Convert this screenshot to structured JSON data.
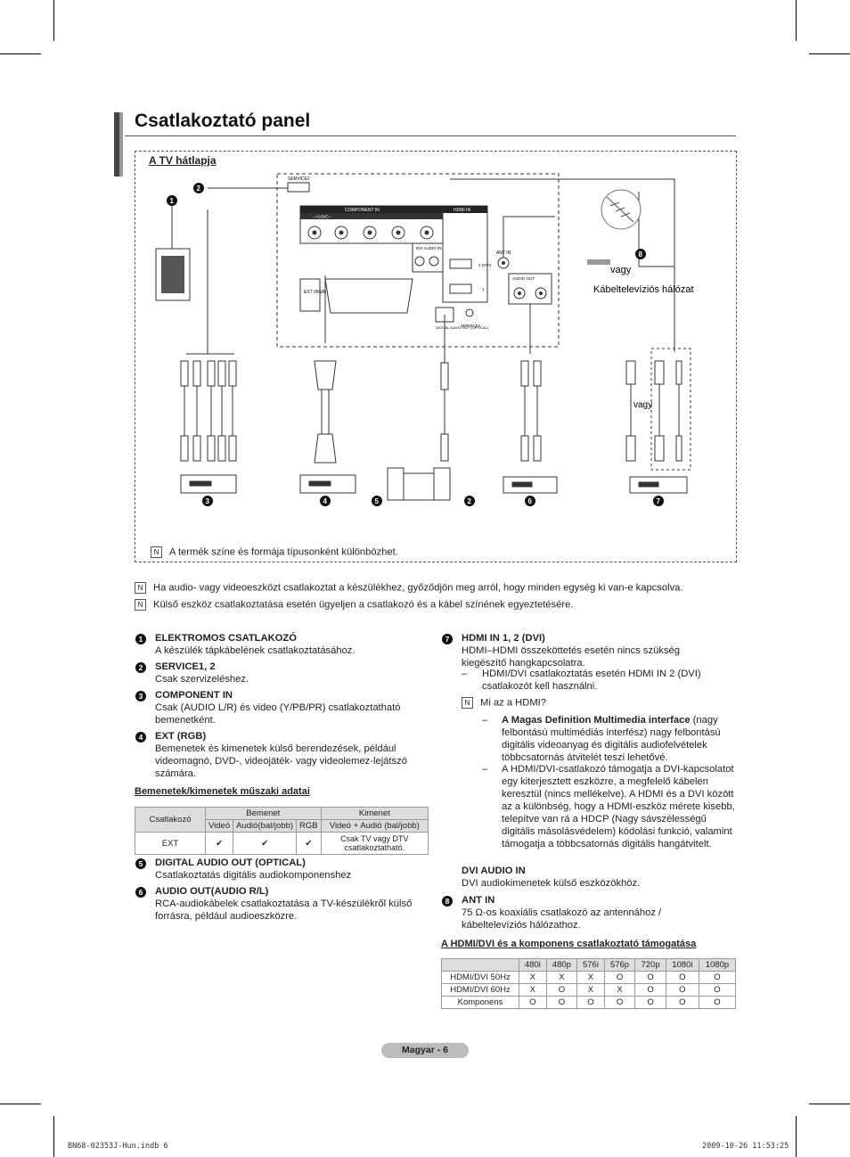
{
  "page_title": "Csatlakoztató panel",
  "diagram": {
    "subtitle": "A TV hátlapja",
    "panel_labels": {
      "service2": "SERVICE2",
      "component_in": "COMPONENT IN",
      "audio_lr": "– AUDIO –",
      "hdmi_in": "HDMI IN",
      "dvi_audio_in": "DVI AUDIO IN",
      "ant_in": "ANT IN",
      "audio_out": "AUDIO OUT",
      "ext_rgb": "EXT (RGB)",
      "digital_audio_out": "DIGITAL AUDIO OUT (OPTICAL)",
      "service1": "SERVICE1",
      "hdmi_1": "1",
      "hdmi_2": "2 (DVI)"
    },
    "vagy_1": "vagy",
    "cable_network": "Kábeltelevíziós hálózat",
    "vagy_2": "vagy",
    "note": "A termék színe és formája típusonként különbözhet."
  },
  "notes": [
    "Ha audio- vagy videoeszközt csatlakoztat a készülékhez, győződjön meg arról, hogy minden egység ki van-e kapcsolva.",
    "Külső eszköz csatlakoztatása esetén ügyeljen a csatlakozó és a kábel színének egyeztetésére."
  ],
  "left_col": {
    "s1_title": "ELEKTROMOS CSATLAKOZÓ",
    "s1_text": "A készülék tápkábelének csatlakoztatásához.",
    "s2_title": "SERVICE1, 2",
    "s2_text": "Csak szervizeléshez.",
    "s3_title": "COMPONENT IN",
    "s3_text": "Csak (AUDIO L/R) és video (Y/PB/PR) csatlakoztatható bemenetként.",
    "s4_title": "EXT (RGB)",
    "s4_text": "Bemenetek és kimenetek külső berendezések, például videomagnó, DVD-, videojáték- vagy videolemez-lejátszó számára.",
    "spec_title": "Bemenetek/kimenetek műszaki adatai",
    "spec_table": {
      "h_connector": "Csatlakozó",
      "h_input": "Bemenet",
      "h_output": "Kimenet",
      "h_video": "Videó",
      "h_audio": "Audió(bal/jobb)",
      "h_rgb": "RGB",
      "h_out_sub": "Videó + Audió (bal/jobb)",
      "row_label": "EXT",
      "c1": "✔",
      "c2": "✔",
      "c3": "✔",
      "c4": "Csak TV vagy DTV csatlakoztatható."
    },
    "s5_title": "DIGITAL AUDIO OUT (OPTICAL)",
    "s5_text": "Csatlakoztatás digitális audiokomponenshez",
    "s6_title": "AUDIO OUT(AUDIO R/L)",
    "s6_text": "RCA-audiokábelek csatlakoztatása a TV-készülékről külső forrásra, például audioeszközre."
  },
  "right_col": {
    "s7_title": "HDMI IN 1, 2 (DVI)",
    "s7_text": "HDMI–HDMI összeköttetés esetén nincs szükség kiegészítő hangkapcsolatra.",
    "s7_dash": "HDMI/DVI csatlakoztatás esetén HDMI IN 2 (DVI) csatlakozót kell használni.",
    "what_hdmi": "Mi az a HDMI?",
    "hdmi_bold": "A Magas Definition Multimedia interface",
    "hdmi_p1": "(nagy felbontású multimédiás interfész) nagy felbontású digitális videoanyag és digitális audiofelvételek többcsatornás átvitelét teszi lehetővé.",
    "hdmi_p2": "A HDMI/DVI-csatlakozó támogatja a DVI-kapcsolatot egy kiterjesztett eszközre, a megfelelő kábelen keresztül (nincs mellékelve). A HDMI és a DVI között az a különbség, hogy a HDMI-eszköz mérete kisebb, telepítve van rá a HDCP (Nagy sávszélességű digitális másolásvédelem) kódolási funkció, valamint támogatja a többcsatornás digitális hangátvitelt.",
    "dvi_title": "DVI AUDIO IN",
    "dvi_text": "DVI audiokimenetek külső eszközökhöz.",
    "s8_title": "ANT IN",
    "s8_text": "75 Ω-os koaxiális csatlakozó az antennához / kábeltelevíziós hálózathoz.",
    "support_title": "A HDMI/DVI és a komponens csatlakoztató támogatása",
    "support_table": {
      "headers": [
        "480i",
        "480p",
        "576i",
        "576p",
        "720p",
        "1080i",
        "1080p"
      ],
      "rows": [
        {
          "label": "HDMI/DVI 50Hz",
          "cells": [
            "X",
            "X",
            "X",
            "O",
            "O",
            "O",
            "O"
          ]
        },
        {
          "label": "HDMI/DVI 60Hz",
          "cells": [
            "X",
            "O",
            "X",
            "X",
            "O",
            "O",
            "O"
          ]
        },
        {
          "label": "Komponens",
          "cells": [
            "O",
            "O",
            "O",
            "O",
            "O",
            "O",
            "O"
          ]
        }
      ]
    }
  },
  "footer": {
    "page_label": "Magyar - 6",
    "file_info": "BN68-02353J-Hun.indb   6",
    "date_info": "2009-10-26   11:53:25"
  }
}
